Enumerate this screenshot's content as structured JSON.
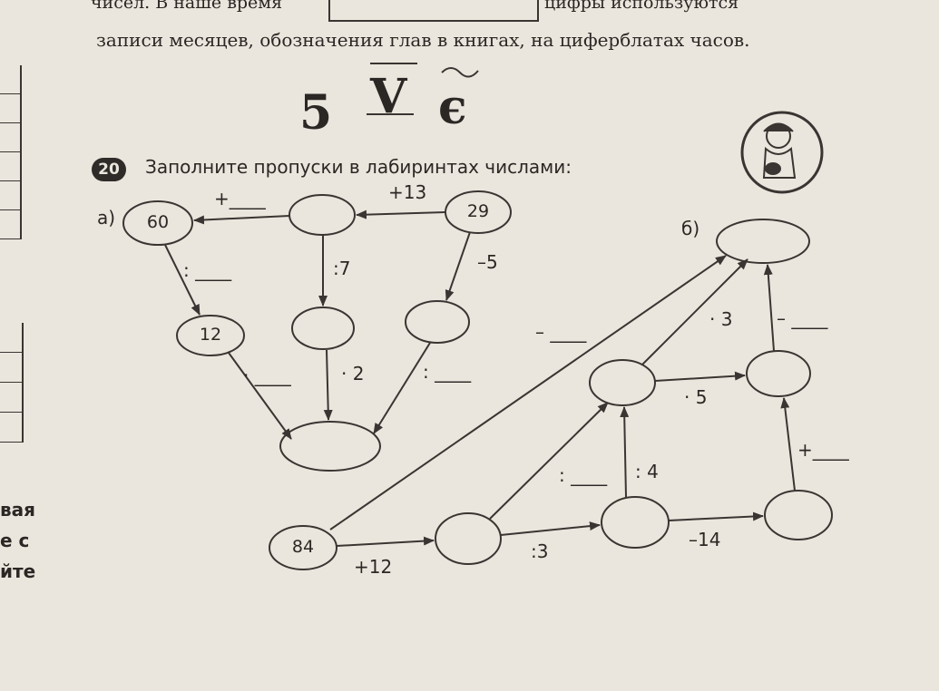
{
  "header": {
    "top_line_left": "чисел. В наше время",
    "top_line_right": "цифры используются",
    "subtitle": "записи месяцев, обозначения глав в книгах, на циферблатах часов.",
    "numerals": [
      "5",
      "V",
      "є"
    ]
  },
  "task": {
    "number": "20",
    "title": "Заполните пропуски в лабиринтах числами:"
  },
  "maze_a": {
    "label": "а)",
    "nodes": {
      "n60": "60",
      "n29": "29",
      "n12": "12",
      "top_mid": "",
      "mid_mid": "",
      "mid_right": "",
      "bottom": ""
    },
    "edges": {
      "e29_top": "+13",
      "top_60": "+____",
      "top_mid": ":7",
      "e29_right": "–5",
      "e60_12": ": ____",
      "e12_bottom": "· ____",
      "mid_bottom": "· 2",
      "right_bottom": ": ____"
    }
  },
  "maze_b": {
    "label": "б)",
    "nodes": {
      "n84": "84",
      "a": "",
      "b": "",
      "c": "",
      "d": "",
      "e": "",
      "f": "",
      "top": ""
    },
    "edges": {
      "n84_a": "+12",
      "a_b": ":3",
      "b_c": "–14",
      "b_d": ": 4",
      "a_d": ": ____",
      "d_e": "· 5",
      "d_top": "· 3",
      "c_e": "+____",
      "e_top": "– ____",
      "n84_top": "– ____"
    }
  },
  "left_fragments": [
    "вая",
    "е с",
    "йте"
  ]
}
